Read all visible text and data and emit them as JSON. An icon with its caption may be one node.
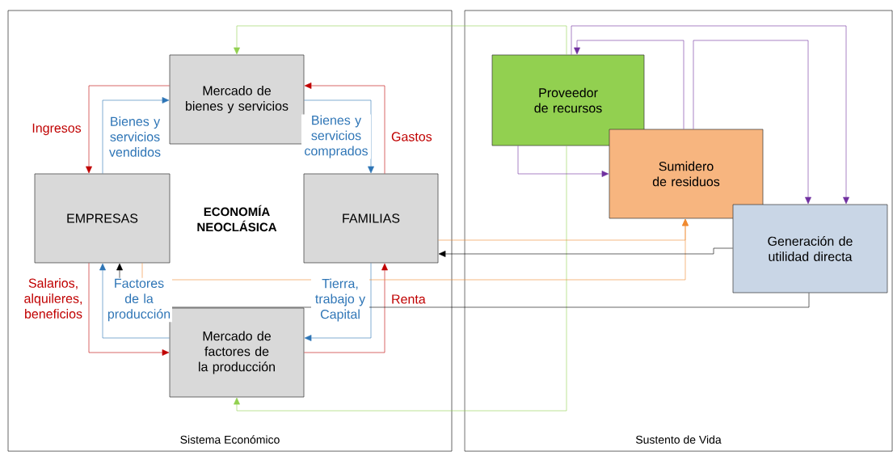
{
  "diagram": {
    "nodes": [
      {
        "text": [
          "Sistema Económico"
        ]
      },
      {
        "text": [
          "Mercado de bienes y servicios"
        ],
        "in": 0
      },
      {
        "text": [
          "EMPRESAS"
        ],
        "in": 0
      },
      {
        "text": [
          "FAMILIAS"
        ],
        "in": 0
      },
      {
        "text": [
          "Mercado de factores de la producción"
        ],
        "in": 0
      },
      {
        "text": [
          "Sustento de Vida"
        ]
      },
      {
        "text": [
          "Proveedor de recursos"
        ],
        "in": 5
      },
      {
        "text": [
          "Sumidero de residuos"
        ],
        "in": 5
      },
      {
        "text": [
          "Generación de utilidad directa"
        ],
        "in": 5
      }
    ],
    "edges": [
      {
        "from": 1,
        "to": 2,
        "arrow": "to",
        "label": "Ingresos",
        "color": "#c00000"
      },
      {
        "from": 2,
        "to": 1,
        "arrow": "to",
        "label": "Bienes y servicios vendidos",
        "color": "#2e75b6"
      },
      {
        "from": 1,
        "to": 3,
        "arrow": "to",
        "label": "Bienes y servicios comprados",
        "color": "#2e75b6"
      },
      {
        "from": 3,
        "to": 1,
        "arrow": "to",
        "label": "Gastos",
        "color": "#c00000"
      },
      {
        "from": 2,
        "to": 4,
        "arrow": "to",
        "label": "Salarios, alquileres, beneficios",
        "color": "#c00000"
      },
      {
        "from": 4,
        "to": 2,
        "arrow": "to",
        "label": "Factores de la producción",
        "color": "#2e75b6"
      },
      {
        "from": 3,
        "to": 4,
        "arrow": "to",
        "label": "Tierra, trabajo y Capital",
        "color": "#2e75b6"
      },
      {
        "from": 4,
        "to": 3,
        "arrow": "to",
        "label": "Renta",
        "color": "#c00000"
      },
      {
        "from": 6,
        "to": 1,
        "arrow": "to",
        "color": "#92d050"
      },
      {
        "from": 6,
        "to": 4,
        "arrow": "to",
        "color": "#92d050"
      },
      {
        "from": 6,
        "to": 7,
        "arrow": "to",
        "color": "#7030a0"
      },
      {
        "from": 7,
        "to": 6,
        "arrow": "to",
        "color": "#7030a0"
      },
      {
        "from": 6,
        "to": 8,
        "arrow": "to",
        "color": "#7030a0"
      },
      {
        "from": 7,
        "to": 8,
        "arrow": "to",
        "color": "#7030a0"
      },
      {
        "from": 3,
        "to": 7,
        "arrow": "to",
        "color": "#f08a30"
      },
      {
        "from": 2,
        "to": 7,
        "arrow": "to",
        "color": "#f08a30"
      },
      {
        "from": 8,
        "to": 3,
        "arrow": "to",
        "color": "#000000"
      },
      {
        "from": 8,
        "to": 2,
        "arrow": "to",
        "color": "#000000"
      }
    ],
    "labels": [
      "ECONOMÍA NEOCLÁSICA"
    ]
  }
}
